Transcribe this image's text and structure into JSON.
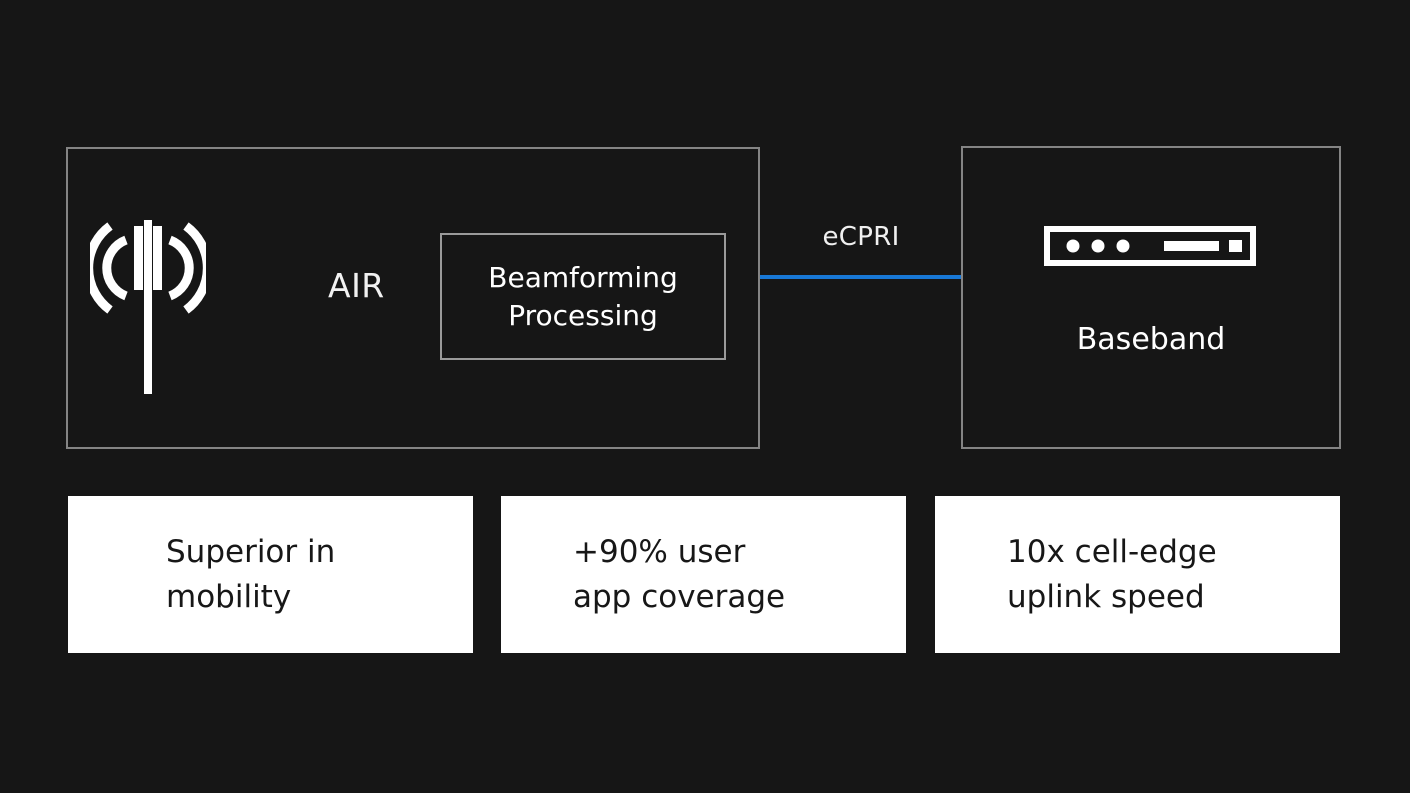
{
  "slide": {
    "background_color": "#161616"
  },
  "air_panel": {
    "name": "AIR radio unit panel",
    "label": "AIR",
    "antenna_icon": "antenna-radio-waves-icon",
    "inner_box": {
      "line1": "Beamforming",
      "line2": "Processing",
      "text": "Beamforming\nProcessing"
    },
    "border_color": "#848484"
  },
  "link": {
    "label": "eCPRI",
    "line_color": "#1878d6"
  },
  "baseband_panel": {
    "name": "Baseband unit panel",
    "label": "Baseband",
    "server_icon": "server-rack-icon",
    "border_color": "#848484"
  },
  "stats": {
    "cards": [
      {
        "id": "superior-mobility",
        "line1": "Superior in",
        "line2": "mobility",
        "text": "Superior in\nmobility"
      },
      {
        "id": "user-app-coverage",
        "line1": "+90% user",
        "line2": "app coverage",
        "text": "+90% user\napp coverage"
      },
      {
        "id": "cell-edge-uplink-speed",
        "line1": "10x cell-edge",
        "line2": "uplink  speed",
        "text": "10x cell-edge\nuplink  speed"
      }
    ],
    "card_background": "#ffffff",
    "text_color": "#171717"
  }
}
